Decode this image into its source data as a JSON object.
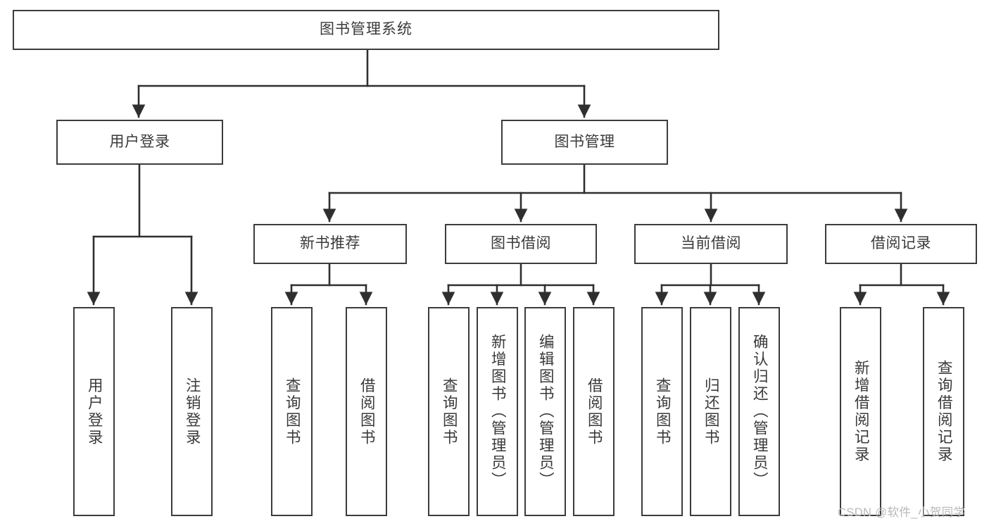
{
  "diagram": {
    "type": "tree-hierarchy",
    "title": "图书管理系统",
    "colors": {
      "border": "#3c3c3c",
      "text": "#3a3a3a",
      "background": "#ffffff",
      "connector": "#2f2f2f",
      "watermark": "#b9b9b9"
    },
    "root": {
      "label": "图书管理系统"
    },
    "level2": [
      {
        "label": "用户登录"
      },
      {
        "label": "图书管理"
      }
    ],
    "level3": [
      {
        "label": "新书推荐"
      },
      {
        "label": "图书借阅"
      },
      {
        "label": "当前借阅"
      },
      {
        "label": "借阅记录"
      }
    ],
    "leaves": [
      {
        "label": "用户登录",
        "parent": "用户登录"
      },
      {
        "label": "注销登录",
        "parent": "用户登录"
      },
      {
        "label": "查询图书",
        "parent": "新书推荐"
      },
      {
        "label": "借阅图书",
        "parent": "新书推荐"
      },
      {
        "label": "查询图书",
        "parent": "图书借阅"
      },
      {
        "label": "新增图书（管理员）",
        "parent": "图书借阅"
      },
      {
        "label": "编辑图书（管理员）",
        "parent": "图书借阅"
      },
      {
        "label": "借阅图书",
        "parent": "图书借阅"
      },
      {
        "label": "查询图书",
        "parent": "当前借阅"
      },
      {
        "label": "归还图书",
        "parent": "当前借阅"
      },
      {
        "label": "确认归还（管理员）",
        "parent": "当前借阅"
      },
      {
        "label": "新增借阅记录",
        "parent": "借阅记录"
      },
      {
        "label": "查询借阅记录",
        "parent": "借阅记录"
      }
    ],
    "watermark": "CSDN @软件_小贺同学"
  }
}
